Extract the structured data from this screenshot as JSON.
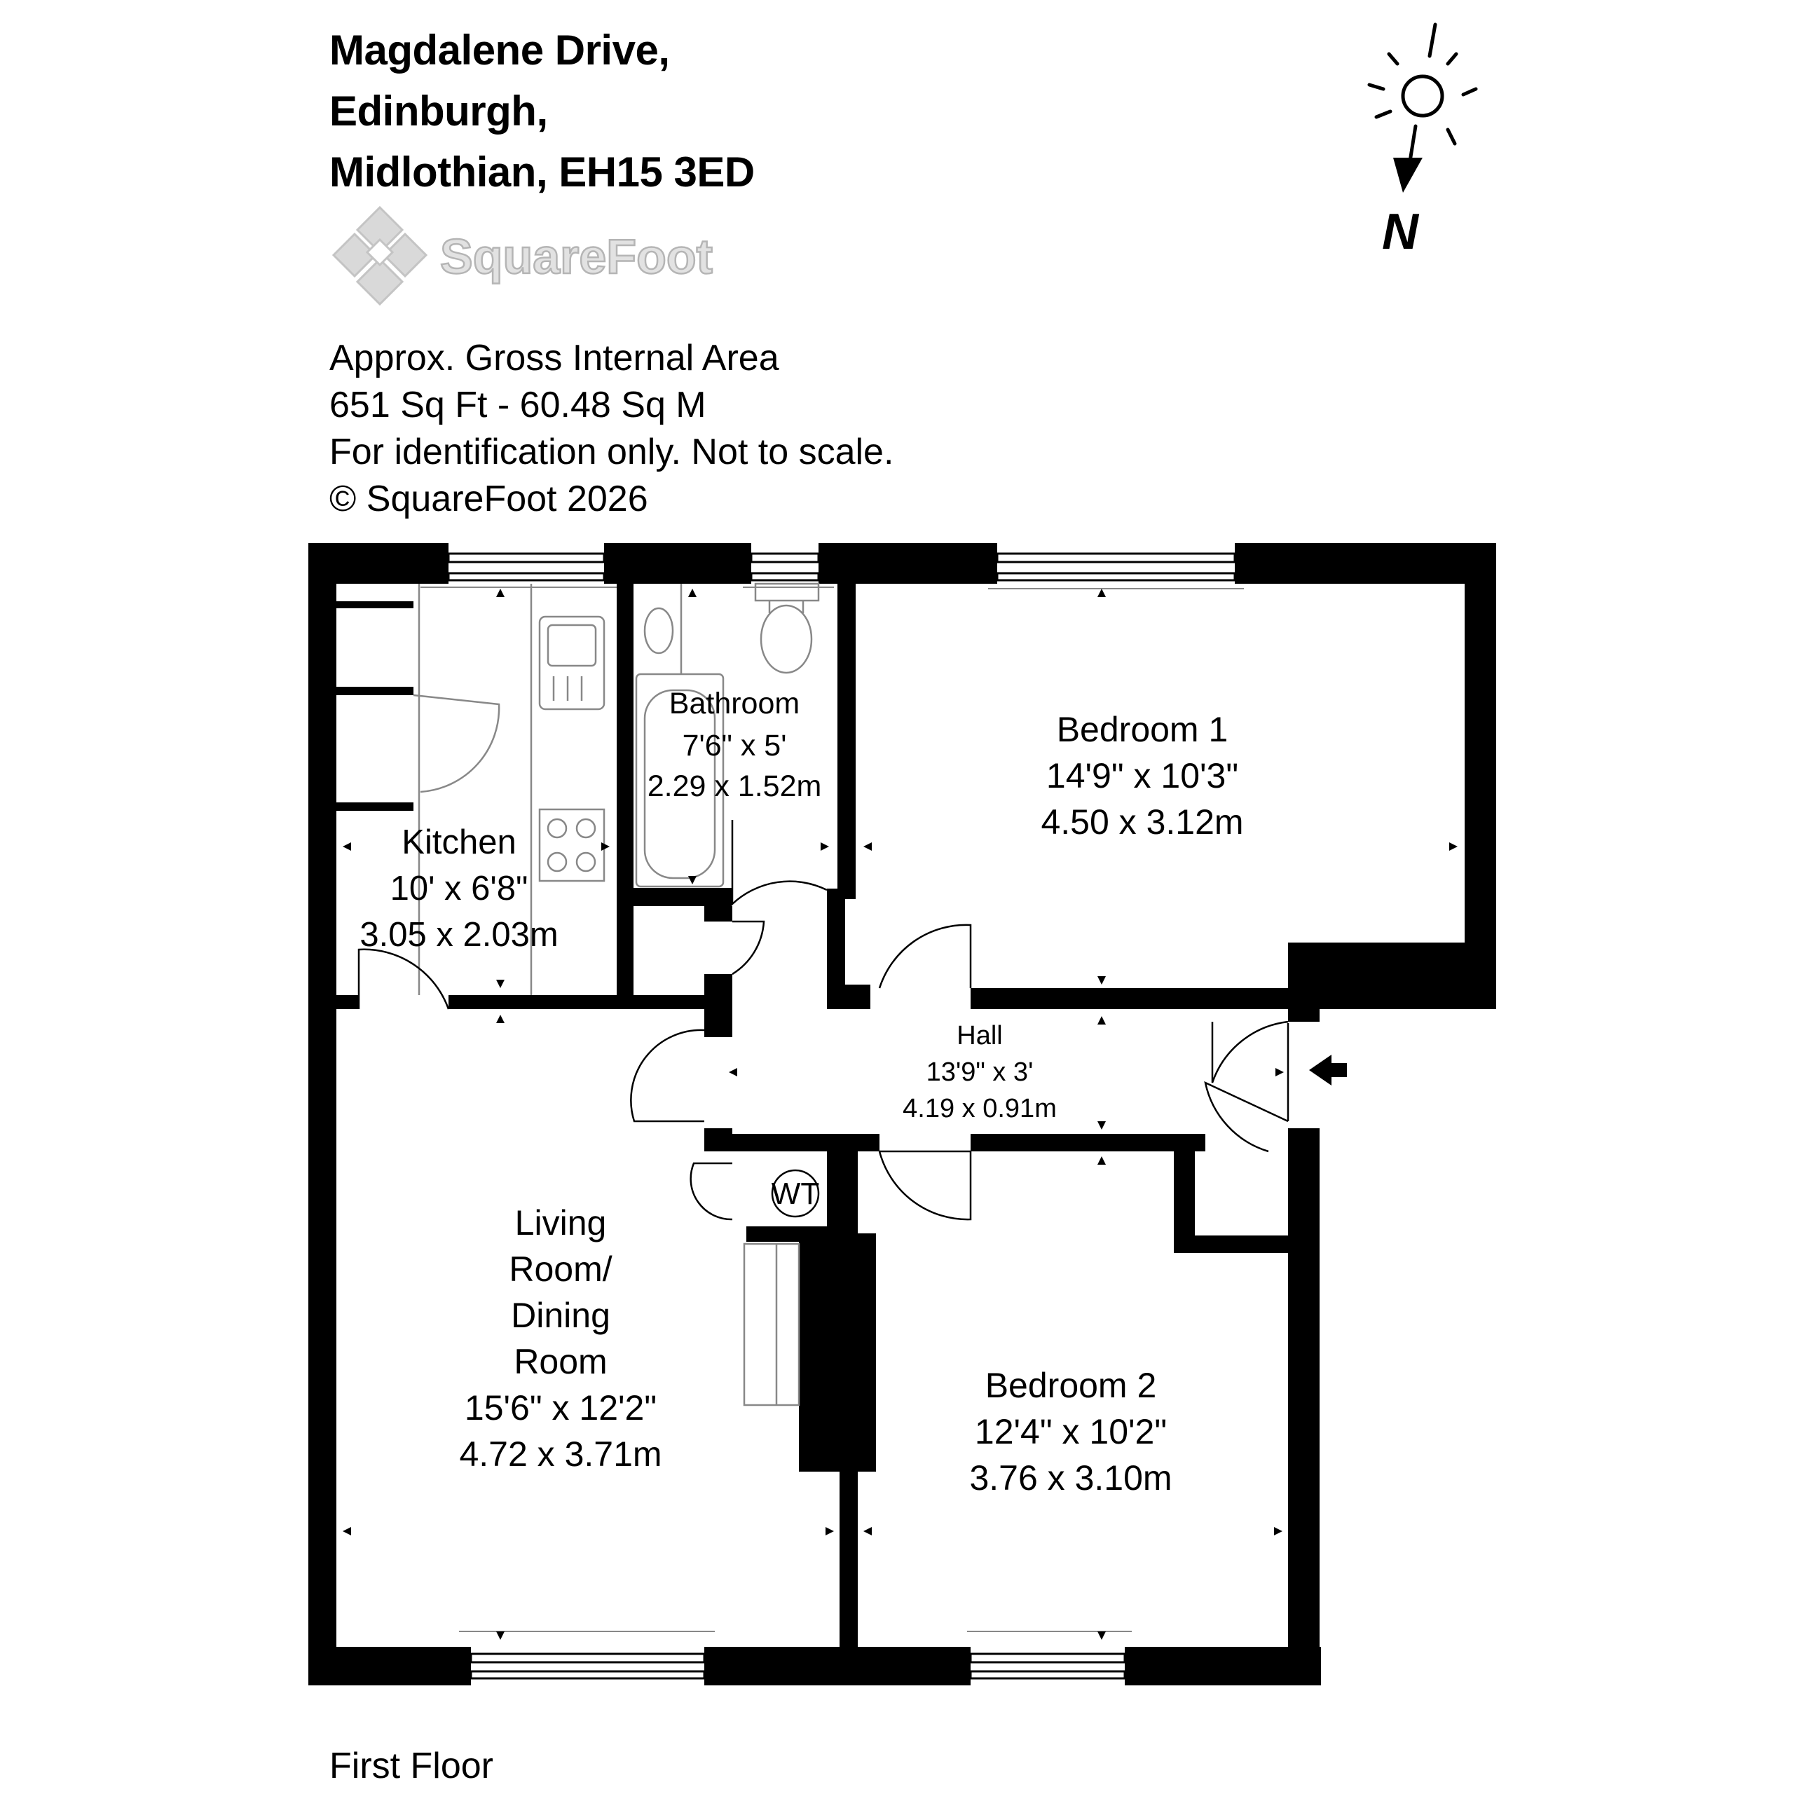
{
  "header": {
    "address_lines": [
      "Magdalene Drive,",
      "Edinburgh,",
      "Midlothian, EH15 3ED"
    ]
  },
  "logo": {
    "name": "SquareFoot"
  },
  "info": {
    "lines": [
      "Approx. Gross Internal Area",
      "651 Sq Ft  -  60.48 Sq M",
      "For identification only. Not to scale.",
      "© SquareFoot 2026"
    ]
  },
  "compass": {
    "label": "N",
    "icon": "north-arrow-sun-icon"
  },
  "rooms": {
    "kitchen": {
      "name": "Kitchen",
      "imperial": "10' x 6'8\"",
      "metric": "3.05 x 2.03m"
    },
    "bathroom": {
      "name": "Bathroom",
      "imperial": "7'6\" x 5'",
      "metric": "2.29 x 1.52m"
    },
    "bedroom1": {
      "name": "Bedroom 1",
      "imperial": "14'9\" x 10'3\"",
      "metric": "4.50 x 3.12m"
    },
    "hall": {
      "name": "Hall",
      "imperial": "13'9\" x 3'",
      "metric": "4.19 x 0.91m"
    },
    "living": {
      "name_lines": [
        "Living",
        "Room/",
        "Dining",
        "Room"
      ],
      "imperial": "15'6\" x 12'2\"",
      "metric": "4.72 x 3.71m"
    },
    "bedroom2": {
      "name": "Bedroom 2",
      "imperial": "12'4\" x 10'2\"",
      "metric": "3.76 x 3.10m"
    }
  },
  "fixtures": {
    "wt_label": "WT"
  },
  "floor": {
    "label": "First Floor"
  },
  "colors": {
    "wall": "#000000",
    "watermark": "#d4d4d4",
    "line": "#888888"
  }
}
